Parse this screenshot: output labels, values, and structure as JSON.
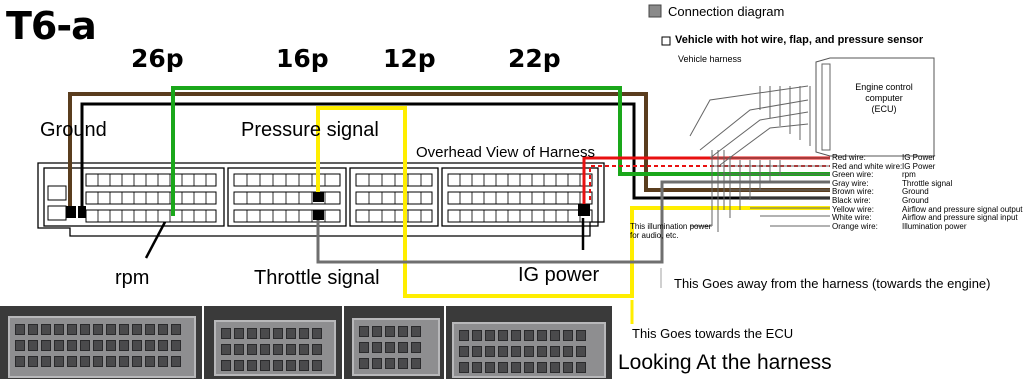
{
  "title": "T6-a",
  "pin_counts": [
    "26p",
    "16p",
    "12p",
    "22p"
  ],
  "labels": {
    "ground": "Ground",
    "pressure_signal": "Pressure signal",
    "overhead_view": "Overhead View of Harness",
    "rpm": "rpm",
    "throttle_signal": "Throttle signal",
    "ig_power": "IG power",
    "away": "This Goes away from the harness (towards the engine)",
    "towards_ecu": "This Goes towards the ECU",
    "looking": "Looking At the harness"
  },
  "connection_diagram": {
    "heading": "Connection diagram",
    "subheading": "Vehicle with hot wire, flap, and pressure sensor",
    "vehicle_harness": "Vehicle harness",
    "ecu_label": [
      "Engine control",
      "computer",
      "(ECU)"
    ],
    "illumination_note": [
      "This illumination power",
      "for audio, etc."
    ],
    "wires": [
      {
        "wire": "Red wire:",
        "function": "IG Power"
      },
      {
        "wire": "Red and white wire:",
        "function": "IG Power"
      },
      {
        "wire": "Green wire:",
        "function": "rpm"
      },
      {
        "wire": "Gray wire:",
        "function": "Throttle signal"
      },
      {
        "wire": "Brown wire:",
        "function": "Ground"
      },
      {
        "wire": "Black wire:",
        "function": "Ground"
      },
      {
        "wire": "Yellow wire:",
        "function": "Airflow and pressure signal output"
      },
      {
        "wire": "White wire:",
        "function": "Airflow and pressure signal input"
      },
      {
        "wire": "Orange wire:",
        "function": "Illumination power"
      }
    ]
  },
  "colors": {
    "brown": "#5a3d1e",
    "green": "#1aa71a",
    "yellow": "#ffee00",
    "red": "#e81010",
    "gray": "#6f6f6f",
    "black": "#000000"
  }
}
